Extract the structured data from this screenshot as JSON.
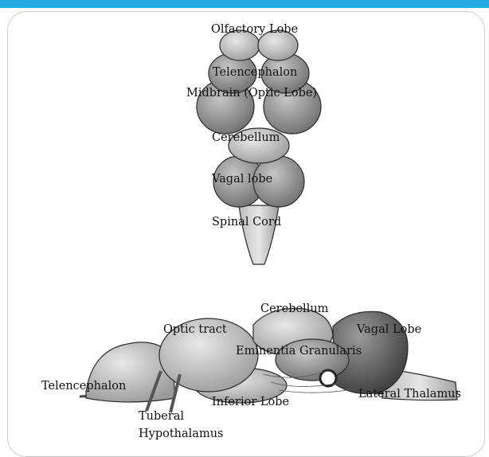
{
  "colors": {
    "accent_bar": "#29a9e1",
    "frame_border": "#cfcfcf",
    "tissue_light": "#d4d4d4",
    "tissue_mid": "#a8a8a8",
    "tissue_dark": "#6e6e6e",
    "outline": "#2b2b2b"
  },
  "dorsal_view": {
    "olfactory_lobe": "Olfactory Lobe",
    "telencephalon": "Telencephalon",
    "midbrain": "Midbrain (Optic Lobe)",
    "cerebellum": "Cerebellum",
    "vagal_lobe": "Vagal lobe",
    "spinal_cord": "Spinal Cord"
  },
  "lateral_view": {
    "cerebellum": "Cerebellum",
    "optic_tract": "Optic tract",
    "vagal_lobe": "Vagal Lobe",
    "eminentia_granularis": "Eminentia Granularis",
    "telencephalon": "Telencephalon",
    "lateral_thalamus": "Lateral Thalamus",
    "inferior_lobe": "Inferior Lobe",
    "tuberal_line1": "Tuberal",
    "tuberal_line2": "Hypothalamus"
  }
}
